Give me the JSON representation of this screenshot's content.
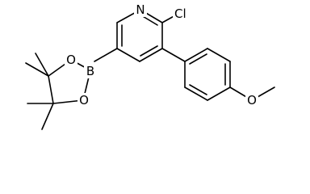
{
  "atoms": {
    "n": "N",
    "cl": "Cl",
    "b": "B",
    "o_top": "O",
    "o_bottom": "O",
    "o_methoxy": "O"
  }
}
